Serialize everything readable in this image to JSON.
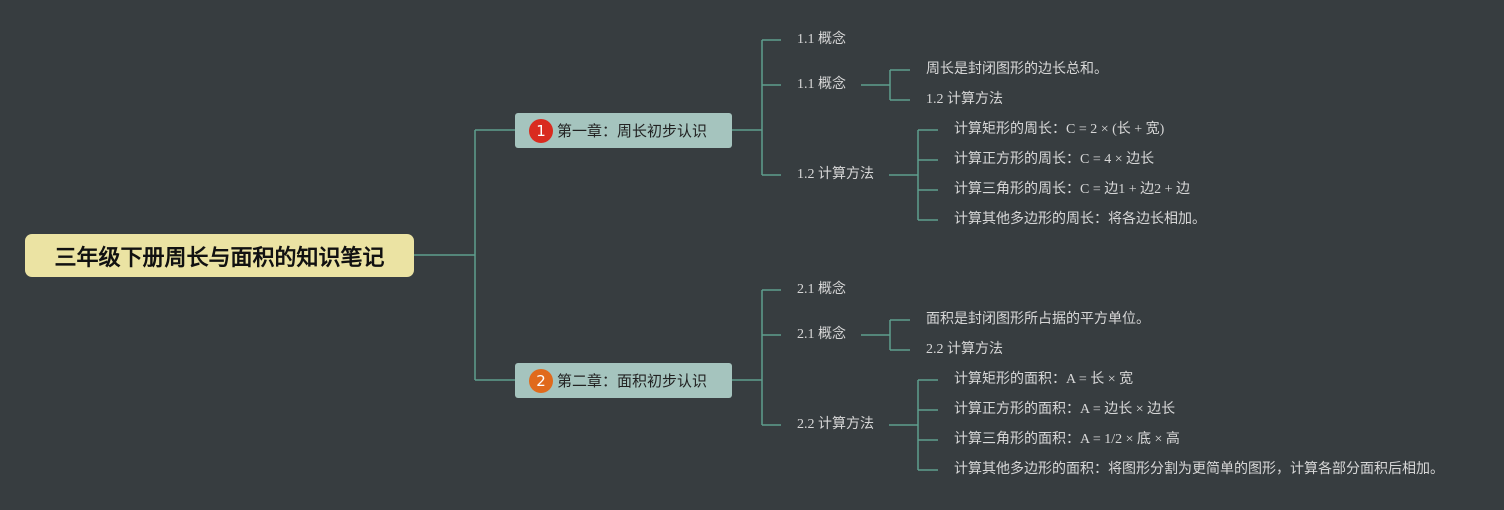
{
  "colors": {
    "background": "#373d40",
    "line": "#5f9e8e",
    "root_bg": "#ebe3a3",
    "chapter_bg": "#a5c4be",
    "badge1": "#d92b1f",
    "badge2": "#e06a1c"
  },
  "root": {
    "title": "三年级下册周长与面积的知识笔记"
  },
  "chapters": [
    {
      "number": "1",
      "title": "第一章：周长初步认识",
      "sec_a": "1.1 概念",
      "sec_b": "1.1 概念",
      "sec_b_children": [
        "周长是封闭图形的边长总和。",
        "1.2 计算方法"
      ],
      "sec_c": "1.2 计算方法",
      "sec_c_children": [
        "计算矩形的周长：C = 2 × (长 + 宽)",
        "计算正方形的周长：C = 4 × 边长",
        "计算三角形的周长：C = 边1 + 边2 + 边",
        "计算其他多边形的周长：将各边长相加。"
      ]
    },
    {
      "number": "2",
      "title": "第二章：面积初步认识",
      "sec_a": "2.1 概念",
      "sec_b": "2.1 概念",
      "sec_b_children": [
        "面积是封闭图形所占据的平方单位。",
        "2.2 计算方法"
      ],
      "sec_c": "2.2 计算方法",
      "sec_c_children": [
        "计算矩形的面积：A = 长 × 宽",
        "计算正方形的面积：A = 边长 × 边长",
        "计算三角形的面积：A = 1/2 × 底 × 高",
        "计算其他多边形的面积：将图形分割为更简单的图形，计算各部分面积后相加。"
      ]
    }
  ]
}
